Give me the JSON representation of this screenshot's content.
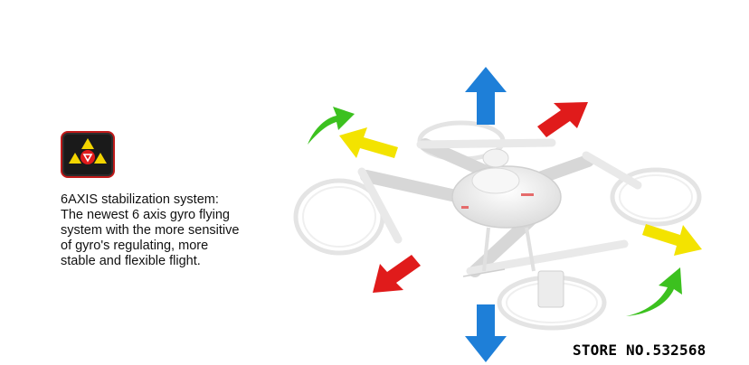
{
  "logo": {
    "icon": "triangle-emblem-icon"
  },
  "description": {
    "lines": [
      "6AXIS stabilization system:",
      "The newest 6 axis gyro flying",
      "system with the more sensitive",
      "of gyro's regulating, more",
      "stable and flexible flight."
    ]
  },
  "drone": {
    "icon": "quadcopter-drone-image"
  },
  "watermark": {
    "text": "STORE NO.532568"
  },
  "colors": {
    "blue": "#1e7fd8",
    "red": "#e01b1b",
    "yellow": "#f3e300",
    "green": "#3cc11f",
    "logo_bg": "#1a1a1a",
    "logo_border": "#c11a1a"
  }
}
